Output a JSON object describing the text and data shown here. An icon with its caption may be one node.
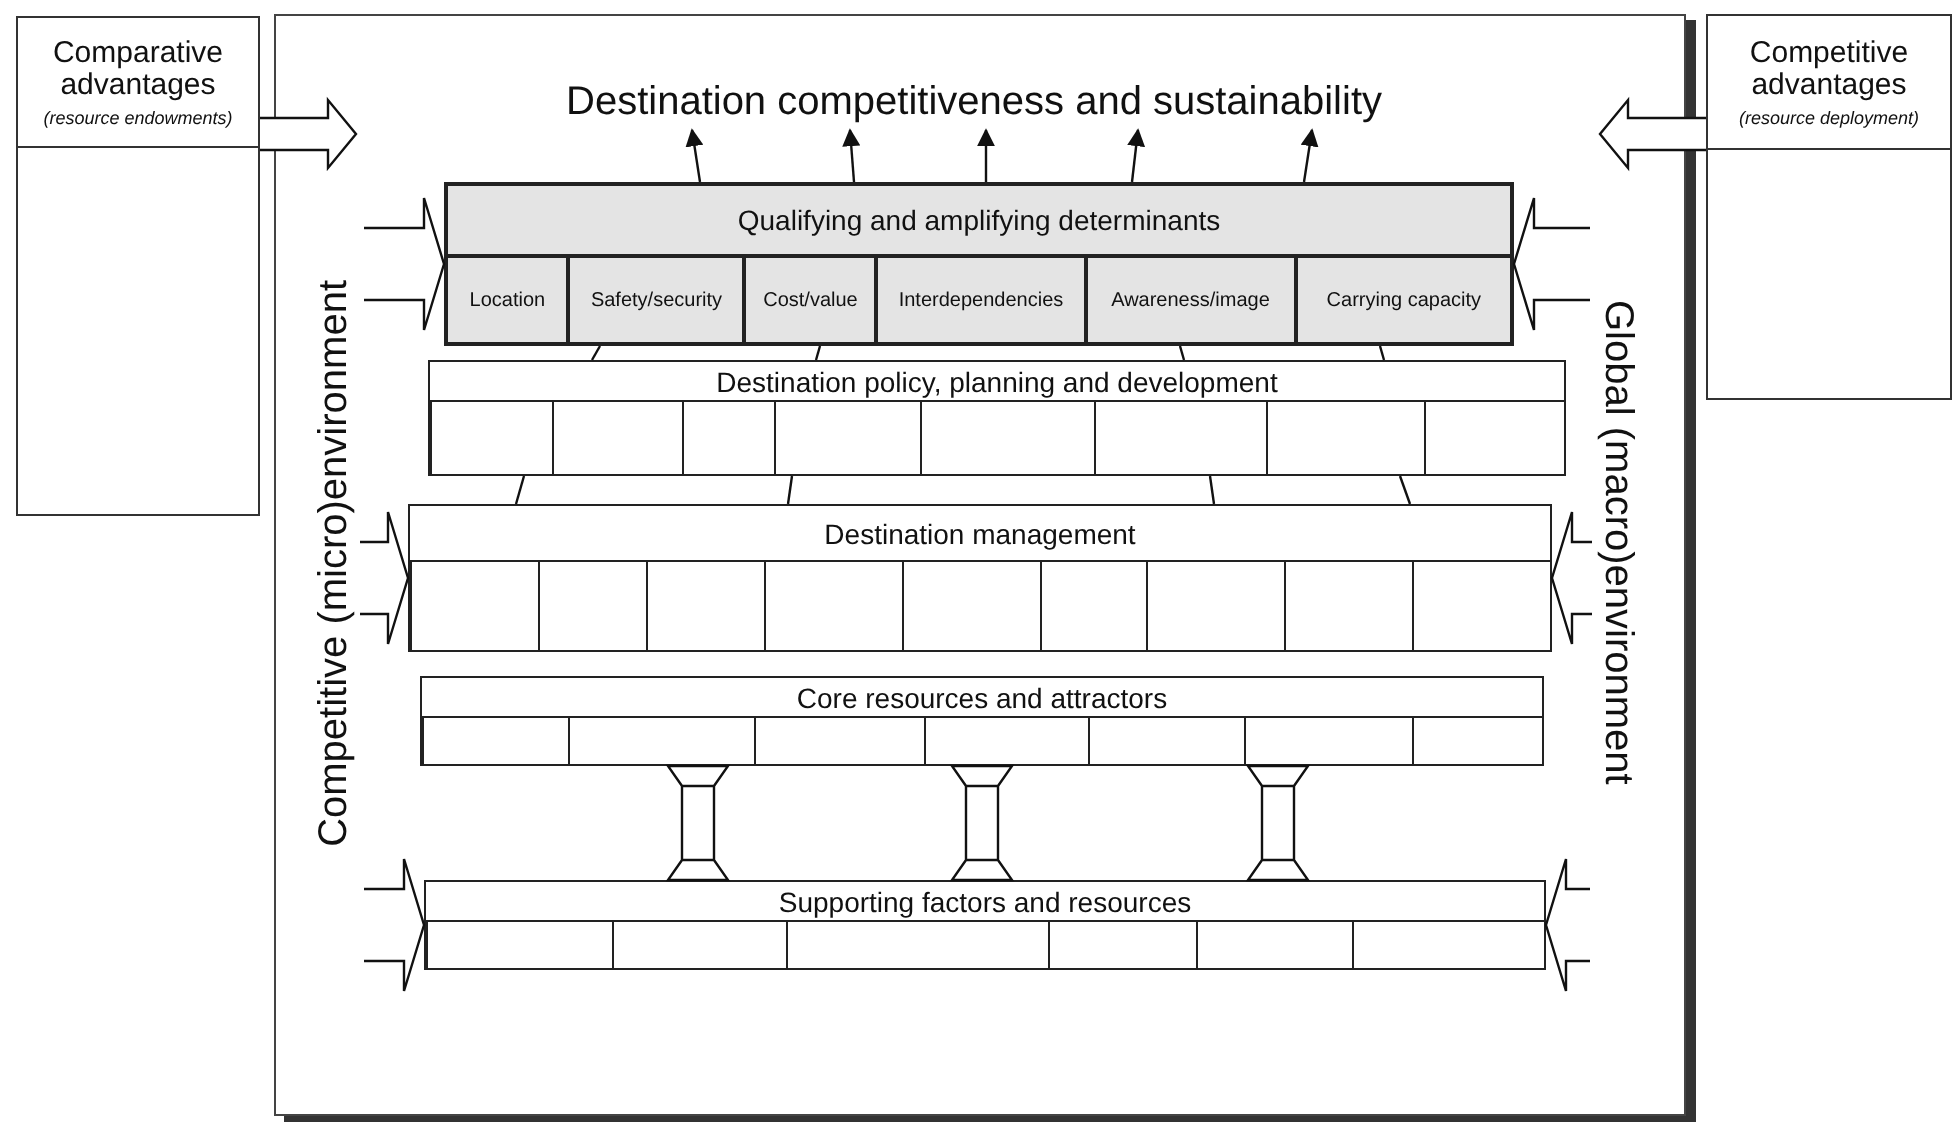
{
  "diagram": {
    "nodes": [
      {
        "text": [
          "Comparative advantages",
          "(resource endowments)"
        ]
      },
      {
        "text": [],
        "shape": "box"
      },
      {
        "text": [
          "Competitive advantages",
          "(resource deployment)"
        ]
      },
      {
        "text": [
          "Destination competitiveness and sustainability"
        ],
        "in": 1
      },
      {
        "text": [
          "Qualifying and amplifying determinants"
        ],
        "in": 1
      },
      {
        "text": [
          "Location"
        ],
        "in": 4
      },
      {
        "text": [
          "Safety/security"
        ],
        "in": 4
      },
      {
        "text": [
          "Cost/value"
        ],
        "in": 4
      },
      {
        "text": [
          "Interdependencies"
        ],
        "in": 4
      },
      {
        "text": [
          "Awareness/image"
        ],
        "in": 4
      },
      {
        "text": [
          "Carrying capacity"
        ],
        "in": 4
      },
      {
        "text": [
          "Destination policy, planning and development"
        ],
        "in": 1
      },
      {
        "text": [],
        "shape": "box",
        "in": 11
      },
      {
        "text": [],
        "shape": "box",
        "in": 11
      },
      {
        "text": [],
        "shape": "box",
        "in": 11
      },
      {
        "text": [],
        "shape": "box",
        "in": 11
      },
      {
        "text": [],
        "shape": "box",
        "in": 11
      },
      {
        "text": [],
        "shape": "box",
        "in": 11
      },
      {
        "text": [],
        "shape": "box",
        "in": 11
      },
      {
        "text": [],
        "shape": "box",
        "in": 11
      },
      {
        "text": [
          "Destination management"
        ],
        "in": 1
      },
      {
        "text": [],
        "shape": "box",
        "in": 20
      },
      {
        "text": [],
        "shape": "box",
        "in": 20
      },
      {
        "text": [],
        "shape": "box",
        "in": 20
      },
      {
        "text": [],
        "shape": "box",
        "in": 20
      },
      {
        "text": [],
        "shape": "box",
        "in": 20
      },
      {
        "text": [],
        "shape": "box",
        "in": 20
      },
      {
        "text": [],
        "shape": "box",
        "in": 20
      },
      {
        "text": [],
        "shape": "box",
        "in": 20
      },
      {
        "text": [],
        "shape": "box",
        "in": 20
      },
      {
        "text": [
          "Core resources and attractors"
        ],
        "in": 1
      },
      {
        "text": [],
        "shape": "box",
        "in": 30
      },
      {
        "text": [],
        "shape": "box",
        "in": 30
      },
      {
        "text": [],
        "shape": "box",
        "in": 30
      },
      {
        "text": [],
        "shape": "box",
        "in": 30
      },
      {
        "text": [],
        "shape": "box",
        "in": 30
      },
      {
        "text": [],
        "shape": "box",
        "in": 30
      },
      {
        "text": [],
        "shape": "box",
        "in": 30
      },
      {
        "text": [
          "Supporting factors and resources"
        ],
        "in": 1
      },
      {
        "text": [],
        "shape": "box",
        "in": 38
      },
      {
        "text": [],
        "shape": "box",
        "in": 38
      },
      {
        "text": [],
        "shape": "box",
        "in": 38
      },
      {
        "text": [],
        "shape": "box",
        "in": 38
      },
      {
        "text": [],
        "shape": "box",
        "in": 38
      },
      {
        "text": [],
        "shape": "box",
        "in": 38
      }
    ],
    "edges": [
      {
        "from": 0,
        "to": 1,
        "arrow": "to"
      },
      {
        "from": 2,
        "to": 1,
        "arrow": "to"
      },
      {
        "from": 4,
        "to": 3,
        "arrow": "to"
      },
      {
        "from": 4,
        "to": 3,
        "arrow": "to"
      },
      {
        "from": 4,
        "to": 3,
        "arrow": "to"
      },
      {
        "from": 4,
        "to": 3,
        "arrow": "to"
      },
      {
        "from": 4,
        "to": 3,
        "arrow": "to"
      },
      {
        "from": 4,
        "to": 11,
        "arrow": "none"
      },
      {
        "from": 4,
        "to": 11,
        "arrow": "none"
      },
      {
        "from": 4,
        "to": 11,
        "arrow": "none"
      },
      {
        "from": 4,
        "to": 11,
        "arrow": "none"
      },
      {
        "from": 11,
        "to": 20,
        "arrow": "none"
      },
      {
        "from": 11,
        "to": 20,
        "arrow": "none"
      },
      {
        "from": 11,
        "to": 20,
        "arrow": "none"
      },
      {
        "from": 11,
        "to": 20,
        "arrow": "none"
      },
      {
        "from": 30,
        "to": 38,
        "arrow": "none"
      },
      {
        "from": 30,
        "to": 38,
        "arrow": "none"
      },
      {
        "from": 30,
        "to": 38,
        "arrow": "none"
      },
      {
        "from": null,
        "to": 4,
        "arrow": "to"
      },
      {
        "from": null,
        "to": 20,
        "arrow": "to"
      },
      {
        "from": null,
        "to": 38,
        "arrow": "to"
      },
      {
        "from": null,
        "to": 4,
        "arrow": "to"
      },
      {
        "from": null,
        "to": 20,
        "arrow": "to"
      },
      {
        "from": null,
        "to": 38,
        "arrow": "to"
      }
    ],
    "labels": [
      "Competitive (micro)environment",
      "Global (macro)environment"
    ]
  }
}
